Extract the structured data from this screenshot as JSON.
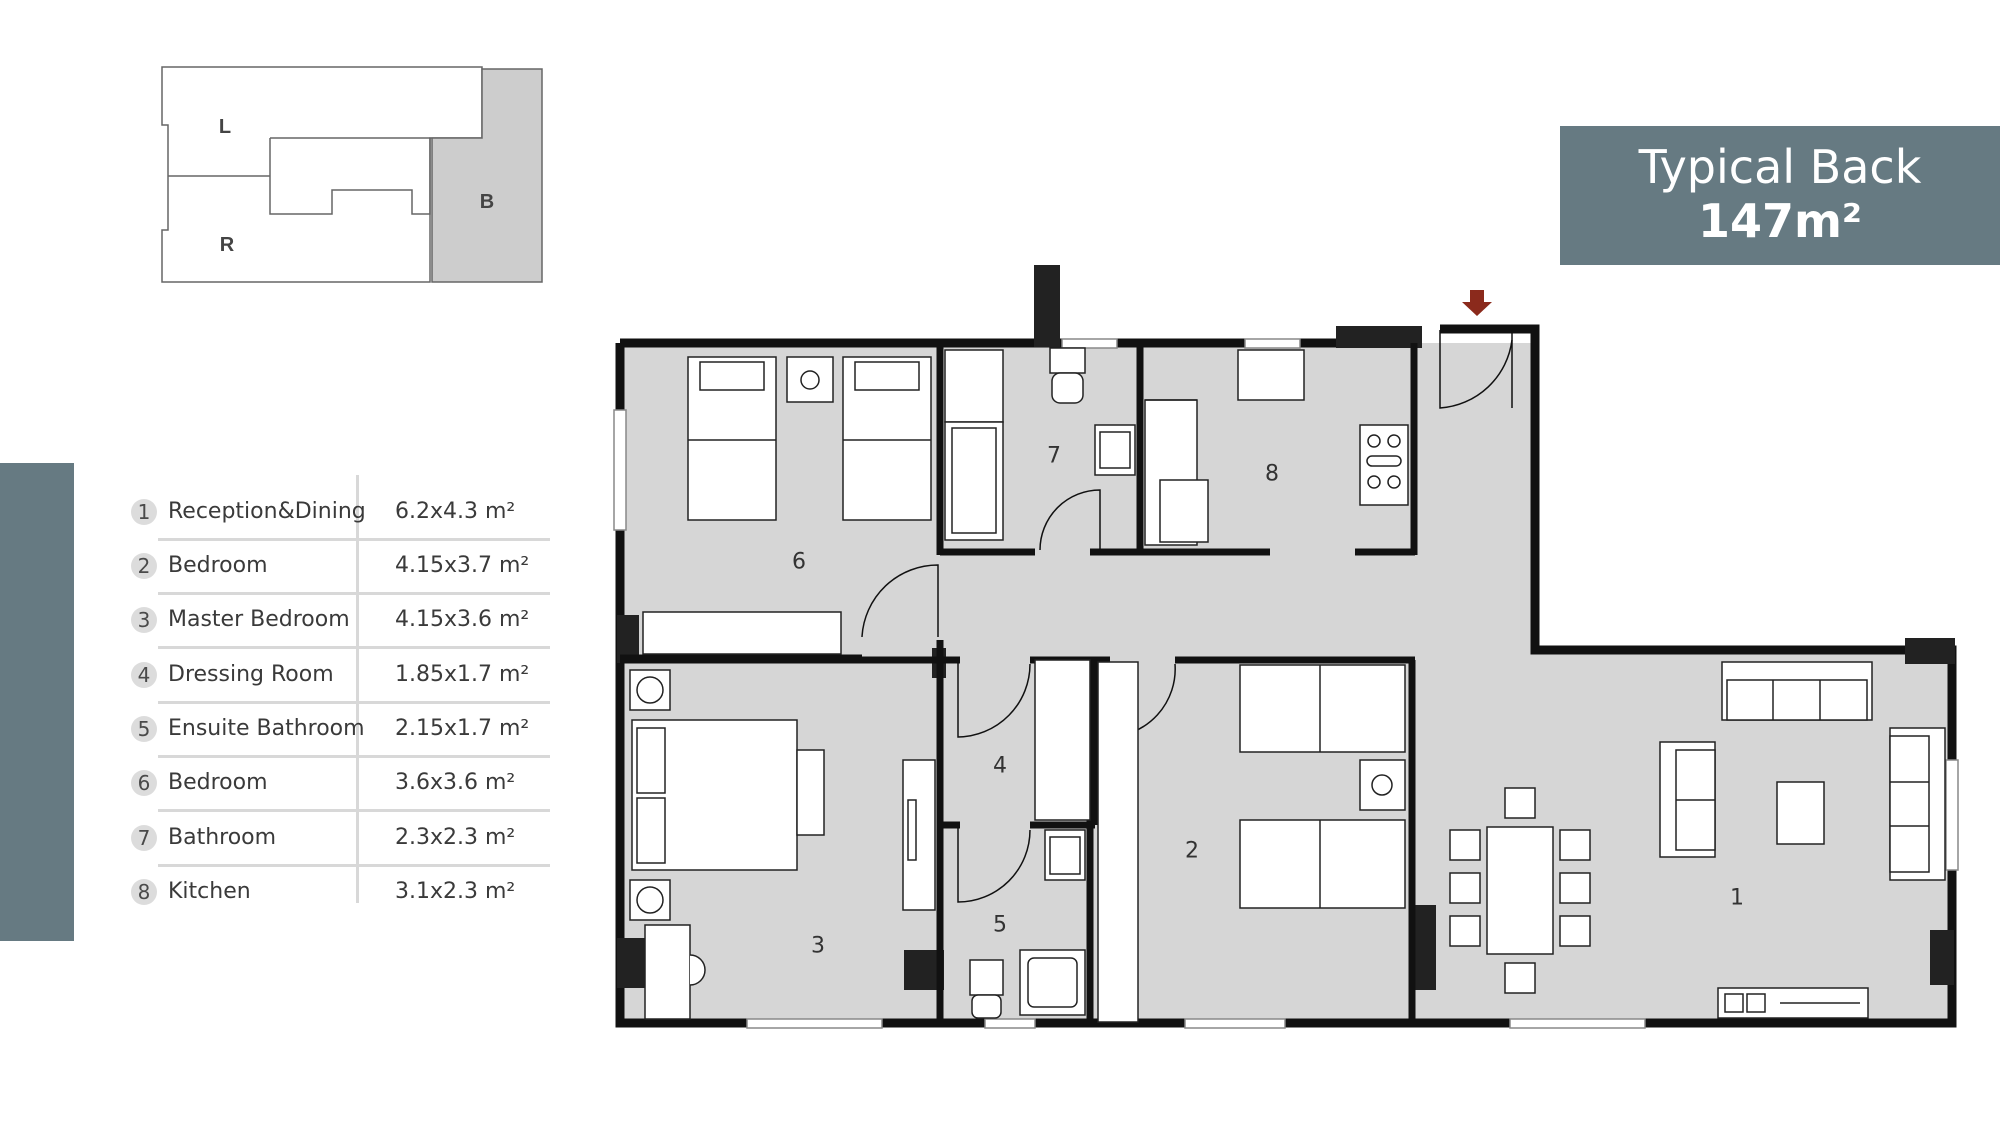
{
  "header": {
    "title": "Typical Back",
    "area": "147m²"
  },
  "key_plan": {
    "labels": [
      "L",
      "B",
      "R"
    ]
  },
  "legend": [
    {
      "num": "1",
      "name": "Reception&Dining",
      "size": "6.2x4.3 m²"
    },
    {
      "num": "2",
      "name": "Bedroom",
      "size": "4.15x3.7 m²"
    },
    {
      "num": "3",
      "name": "Master Bedroom",
      "size": "4.15x3.6 m²"
    },
    {
      "num": "4",
      "name": "Dressing Room",
      "size": "1.85x1.7 m²"
    },
    {
      "num": "5",
      "name": "Ensuite Bathroom",
      "size": "2.15x1.7 m²"
    },
    {
      "num": "6",
      "name": "Bedroom",
      "size": "3.6x3.6 m²"
    },
    {
      "num": "7",
      "name": "Bathroom",
      "size": "2.3x2.3 m²"
    },
    {
      "num": "8",
      "name": "Kitchen",
      "size": "3.1x2.3 m²"
    }
  ],
  "plan_labels": {
    "r1": "1",
    "r2": "2",
    "r3": "3",
    "r4": "4",
    "r5": "5",
    "r6": "6",
    "r7": "7",
    "r8": "8"
  },
  "colors": {
    "accent": "#667a82",
    "floor": "#d6d6d6",
    "wall": "#111111",
    "entry_arrow": "#8b2a1c"
  }
}
